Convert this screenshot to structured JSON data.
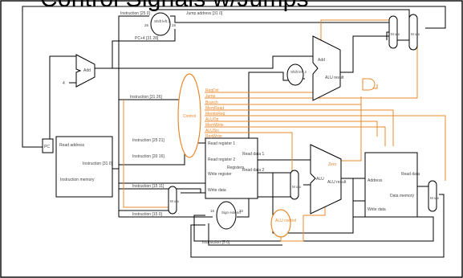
{
  "title": "Control Signals w/Jumps",
  "colors": {
    "datapath": "#000000",
    "control": "#e8892c",
    "unit_fill": "#ffffff"
  },
  "components": {
    "pc": "PC",
    "add_pc": "Add",
    "four": "4",
    "shift_left_2_jump": "Shift left 2",
    "instruction_memory": {
      "read_address": "Read address",
      "instruction": "Instruction [31 0]",
      "name": "Instruction memory"
    },
    "control": "Control",
    "registers": {
      "read_register_1": "Read register 1",
      "read_register_2": "Read register 2",
      "write_register": "Write register",
      "write_data": "Write data",
      "read_data_1": "Read data 1",
      "read_data_2": "Read data 2",
      "name": "Registers"
    },
    "sign_extend": "Sign extend",
    "alu_control": "ALU control",
    "shift_left_2_branch": "Shift left 2",
    "add_branch": {
      "name": "Add",
      "result": "ALU result"
    },
    "alu": {
      "name": "ALU",
      "zero": "Zero",
      "result": "ALU result"
    },
    "data_memory": {
      "address": "Address",
      "read_data": "Read data",
      "write_data": "Write data",
      "name": "Data memory"
    },
    "mux_label": "M u x"
  },
  "signals": [
    "RegDst",
    "Jump",
    "Branch",
    "MemRead",
    "MemtoReg",
    "ALUOp",
    "MemWrite",
    "ALUSrc",
    "RegWrite"
  ],
  "wire_labels": {
    "instr_25_0": "Instruction [25 0]",
    "jump_address": "Jump address [31 0]",
    "pc4_31_28": "PC+4 [31 28]",
    "instr_31_26": "Instruction [31 26]",
    "instr_25_21": "Instruction [25 21]",
    "instr_20_16": "Instruction [20 16]",
    "instr_15_11": "Instruction [15 11]",
    "instr_15_0": "Instruction [15 0]",
    "instr_5_0": "Instruction [5 0]",
    "bits_26": "26",
    "bits_28": "28",
    "bits_16": "16",
    "bits_32": "32"
  }
}
